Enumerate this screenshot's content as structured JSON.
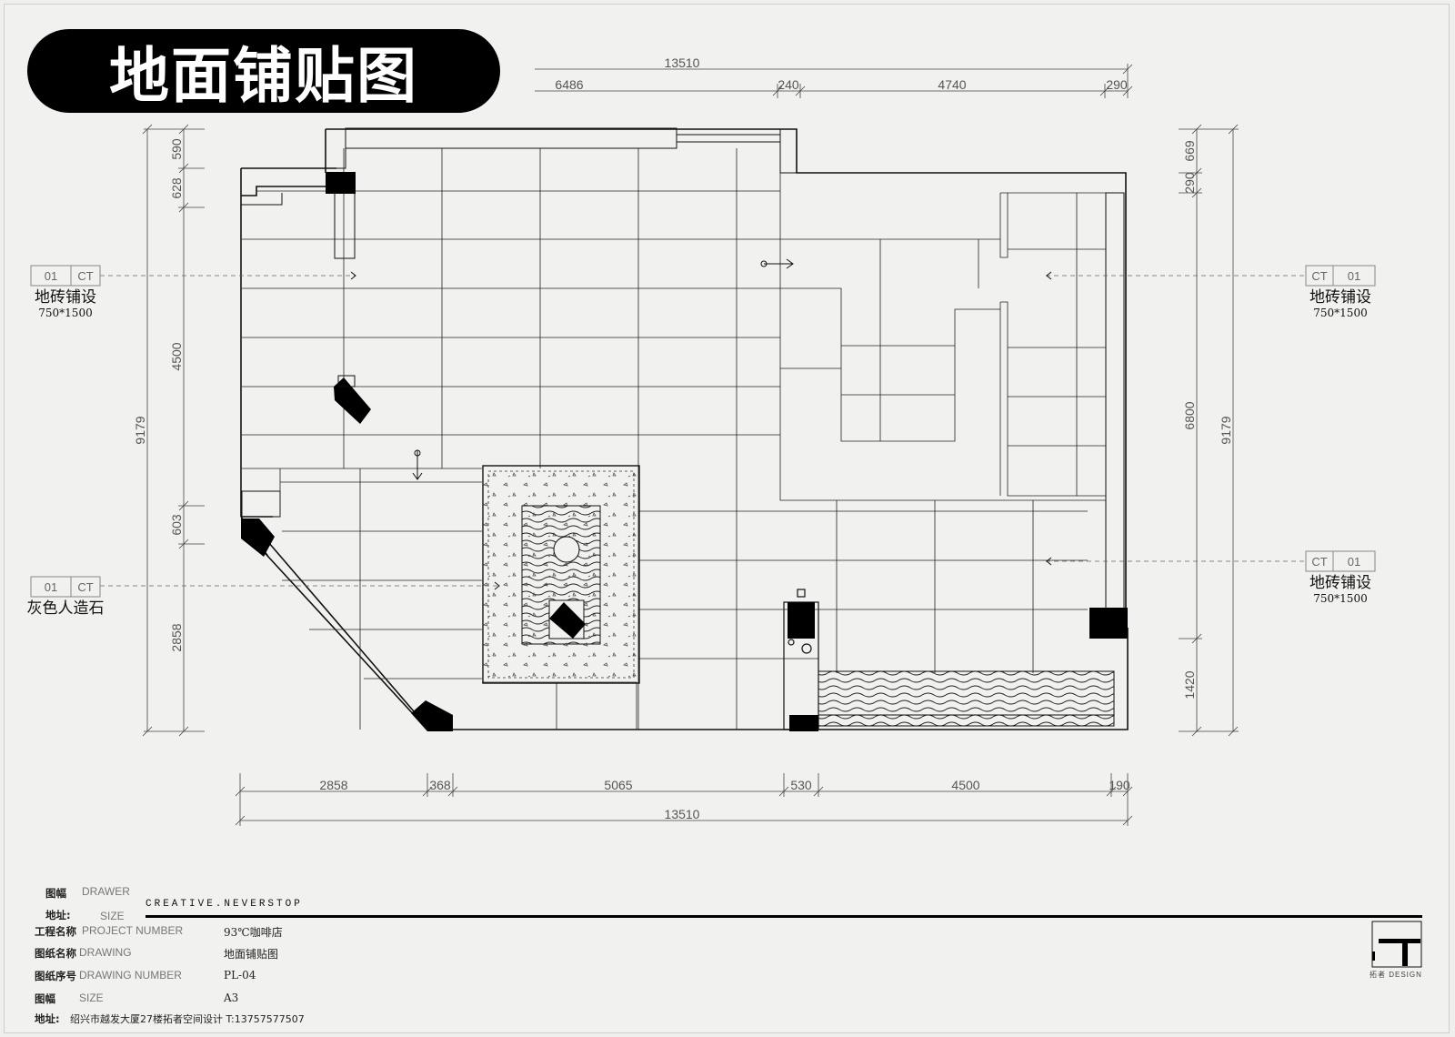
{
  "title": "地面铺贴图",
  "dimensions": {
    "top_total": "13510",
    "top_segments": [
      "6486",
      "240",
      "4740",
      "290"
    ],
    "bottom_segments": [
      "2858",
      "368",
      "5065",
      "530",
      "4500",
      "190"
    ],
    "bottom_total": "13510",
    "left_segments": [
      "590",
      "628",
      "4500",
      "603",
      "2858"
    ],
    "left_total": "9179",
    "right_segments": [
      "669",
      "290",
      "6800",
      "1420"
    ],
    "right_total": "9179"
  },
  "callouts": {
    "left_top": {
      "num": "01",
      "code": "CT",
      "label": "地砖铺设",
      "size": "750*1500"
    },
    "left_bottom": {
      "num": "01",
      "code": "CT",
      "label": "灰色人造石"
    },
    "right_top": {
      "num": "01",
      "code": "CT",
      "label": "地砖铺设",
      "size": "750*1500"
    },
    "right_bottom": {
      "num": "01",
      "code": "CT",
      "label": "地砖铺设",
      "size": "750*1500"
    }
  },
  "title_block": {
    "brand": "CREATIVE.NEVERSTOP",
    "drawer_label": "图幅",
    "drawer_en": "DRAWER",
    "site_label": "地址:",
    "site_en": "SIZE",
    "project_label": "工程名称",
    "project_en": "PROJECT NUMBER",
    "project_value": "93℃咖啡店",
    "drawing_label": "图纸名称",
    "drawing_en": "DRAWING",
    "drawing_value": "地面铺贴图",
    "number_label": "图纸序号",
    "number_en": "DRAWING  NUMBER",
    "number_value": "PL-04",
    "size_label": "图幅",
    "size_en": "SIZE",
    "size_value": "A3",
    "address_label": "地址:",
    "address_value": "绍兴市越发大厦27楼拓者空间设计   T:13757577507",
    "stamp_caption": "拓者 DESIGN"
  }
}
